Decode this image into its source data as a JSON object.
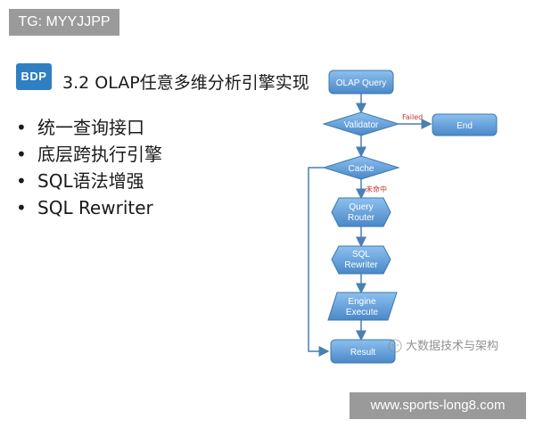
{
  "top_tag": "TG: MYYJJPP",
  "bottom_tag": "www.sports-long8.com",
  "slide": {
    "logo": "BDP",
    "title": "3.2 OLAP任意多维分析引擎实现",
    "bullets": [
      "统一查询接口",
      "底层跨执行引擎",
      "SQL语法增强",
      "SQL Rewriter"
    ]
  },
  "flowchart": {
    "nodes": {
      "olap_query": "OLAP Query",
      "validator": "Validator",
      "end": "End",
      "cache": "Cache",
      "query_router_1": "Query",
      "query_router_2": "Router",
      "sql_rewriter_1": "SQL",
      "sql_rewriter_2": "Rewriter",
      "engine_execute_1": "Engine",
      "engine_execute_2": "Execute",
      "result": "Result"
    },
    "edge_labels": {
      "failed": "Failed",
      "miss": "未命中"
    },
    "watermark": "大数据技术与架构"
  },
  "colors": {
    "node_fill": "#5b9bd5",
    "node_stroke": "#3c78b0",
    "edge": "#4a7fb5",
    "tag_bg": "#9a9a9a",
    "logo_bg": "#2f7fc2"
  }
}
